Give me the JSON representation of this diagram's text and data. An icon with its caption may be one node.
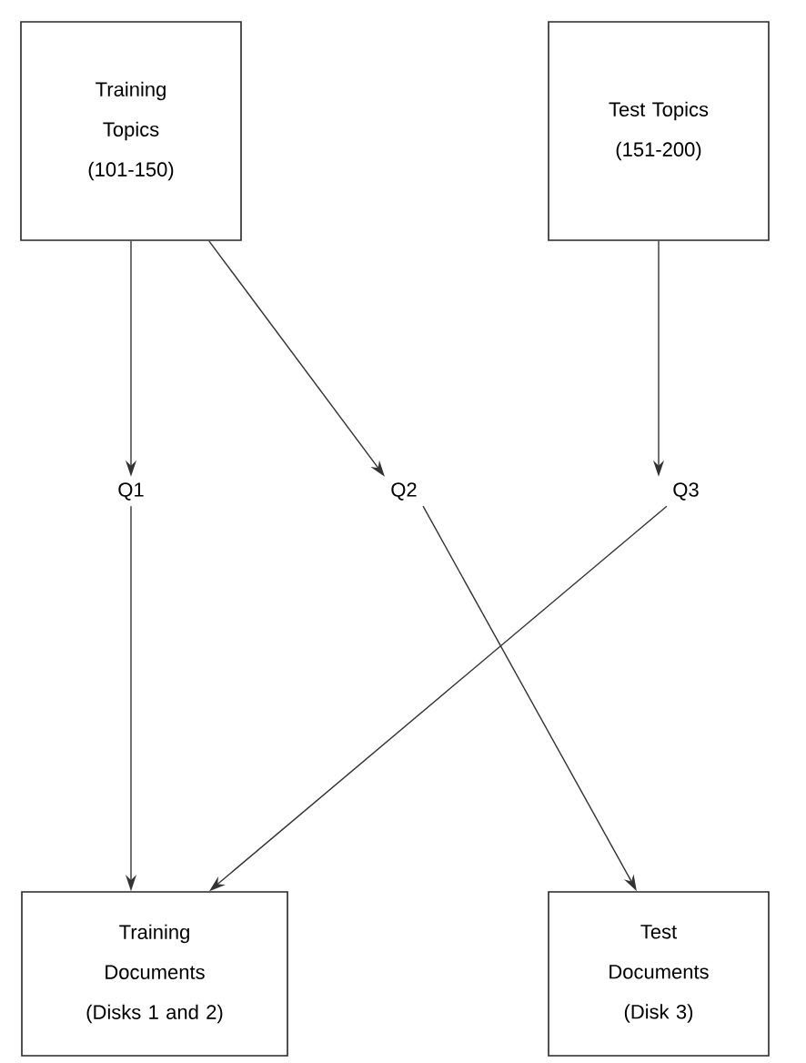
{
  "diagram": {
    "nodes": [
      {
        "text": [
          "Training Topics (101-150)"
        ]
      },
      {
        "text": [
          "Test Topics (151-200)"
        ]
      },
      {
        "text": [
          "Q1"
        ]
      },
      {
        "text": [
          "Q2"
        ]
      },
      {
        "text": [
          "Q3"
        ]
      },
      {
        "text": [
          "Training Documents (Disks 1 and 2)"
        ]
      },
      {
        "text": [
          "Test Documents (Disk 3)"
        ]
      }
    ],
    "edges": [
      {
        "from": 0,
        "to": 2,
        "arrow": "to"
      },
      {
        "from": 0,
        "to": 3,
        "arrow": "to"
      },
      {
        "from": 1,
        "to": 4,
        "arrow": "to"
      },
      {
        "from": 2,
        "to": 5,
        "arrow": "to"
      },
      {
        "from": 4,
        "to": 5,
        "arrow": "to"
      },
      {
        "from": 3,
        "to": 6,
        "arrow": "to"
      }
    ]
  }
}
